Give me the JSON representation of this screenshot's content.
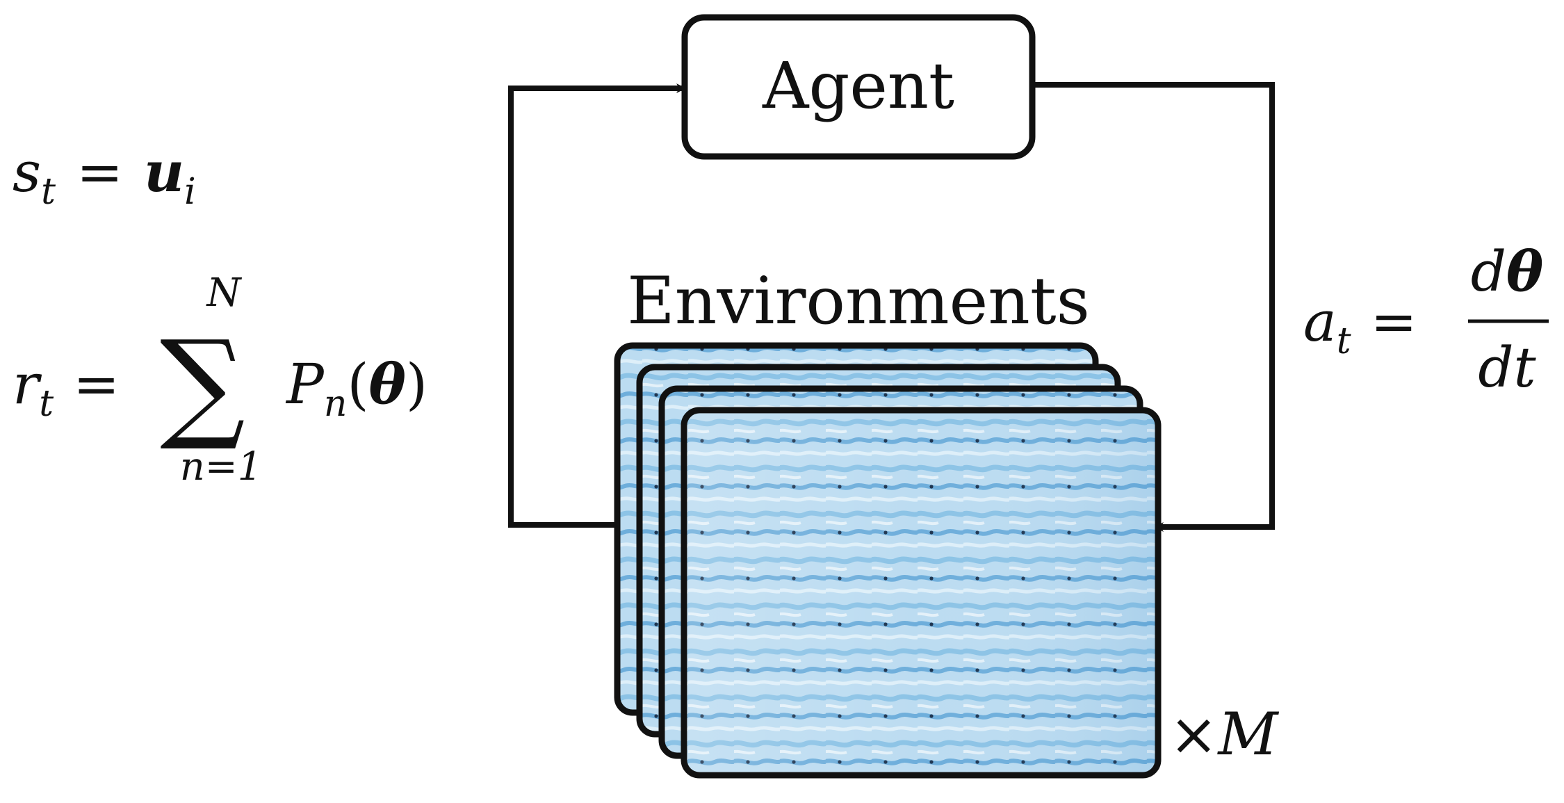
{
  "agent": {
    "label": "Agent"
  },
  "environments": {
    "label": "Environments",
    "multiplier": "M",
    "multiplier_prefix": "×",
    "stack_count": 4
  },
  "state_eq": {
    "lhs": "s",
    "lhs_sub": "t",
    "eq": "=",
    "rhs": "u",
    "rhs_sub": "i"
  },
  "reward_eq": {
    "lhs": "r",
    "lhs_sub": "t",
    "eq": "=",
    "sum_symbol": "∑",
    "sum_upper": "N",
    "sum_lower": "n=1",
    "term": "P",
    "term_sub": "n",
    "arg_open": "(",
    "arg": "θ",
    "arg_close": ")"
  },
  "action_eq": {
    "lhs": "a",
    "lhs_sub": "t",
    "eq": "=",
    "numerator_d": "d",
    "numerator_var": "θ",
    "denominator": "dt"
  },
  "colors": {
    "stroke": "#111111",
    "water_light": "#cfe5f5",
    "water_mid": "#8cc3e6",
    "water_dark": "#2f7fc1"
  }
}
